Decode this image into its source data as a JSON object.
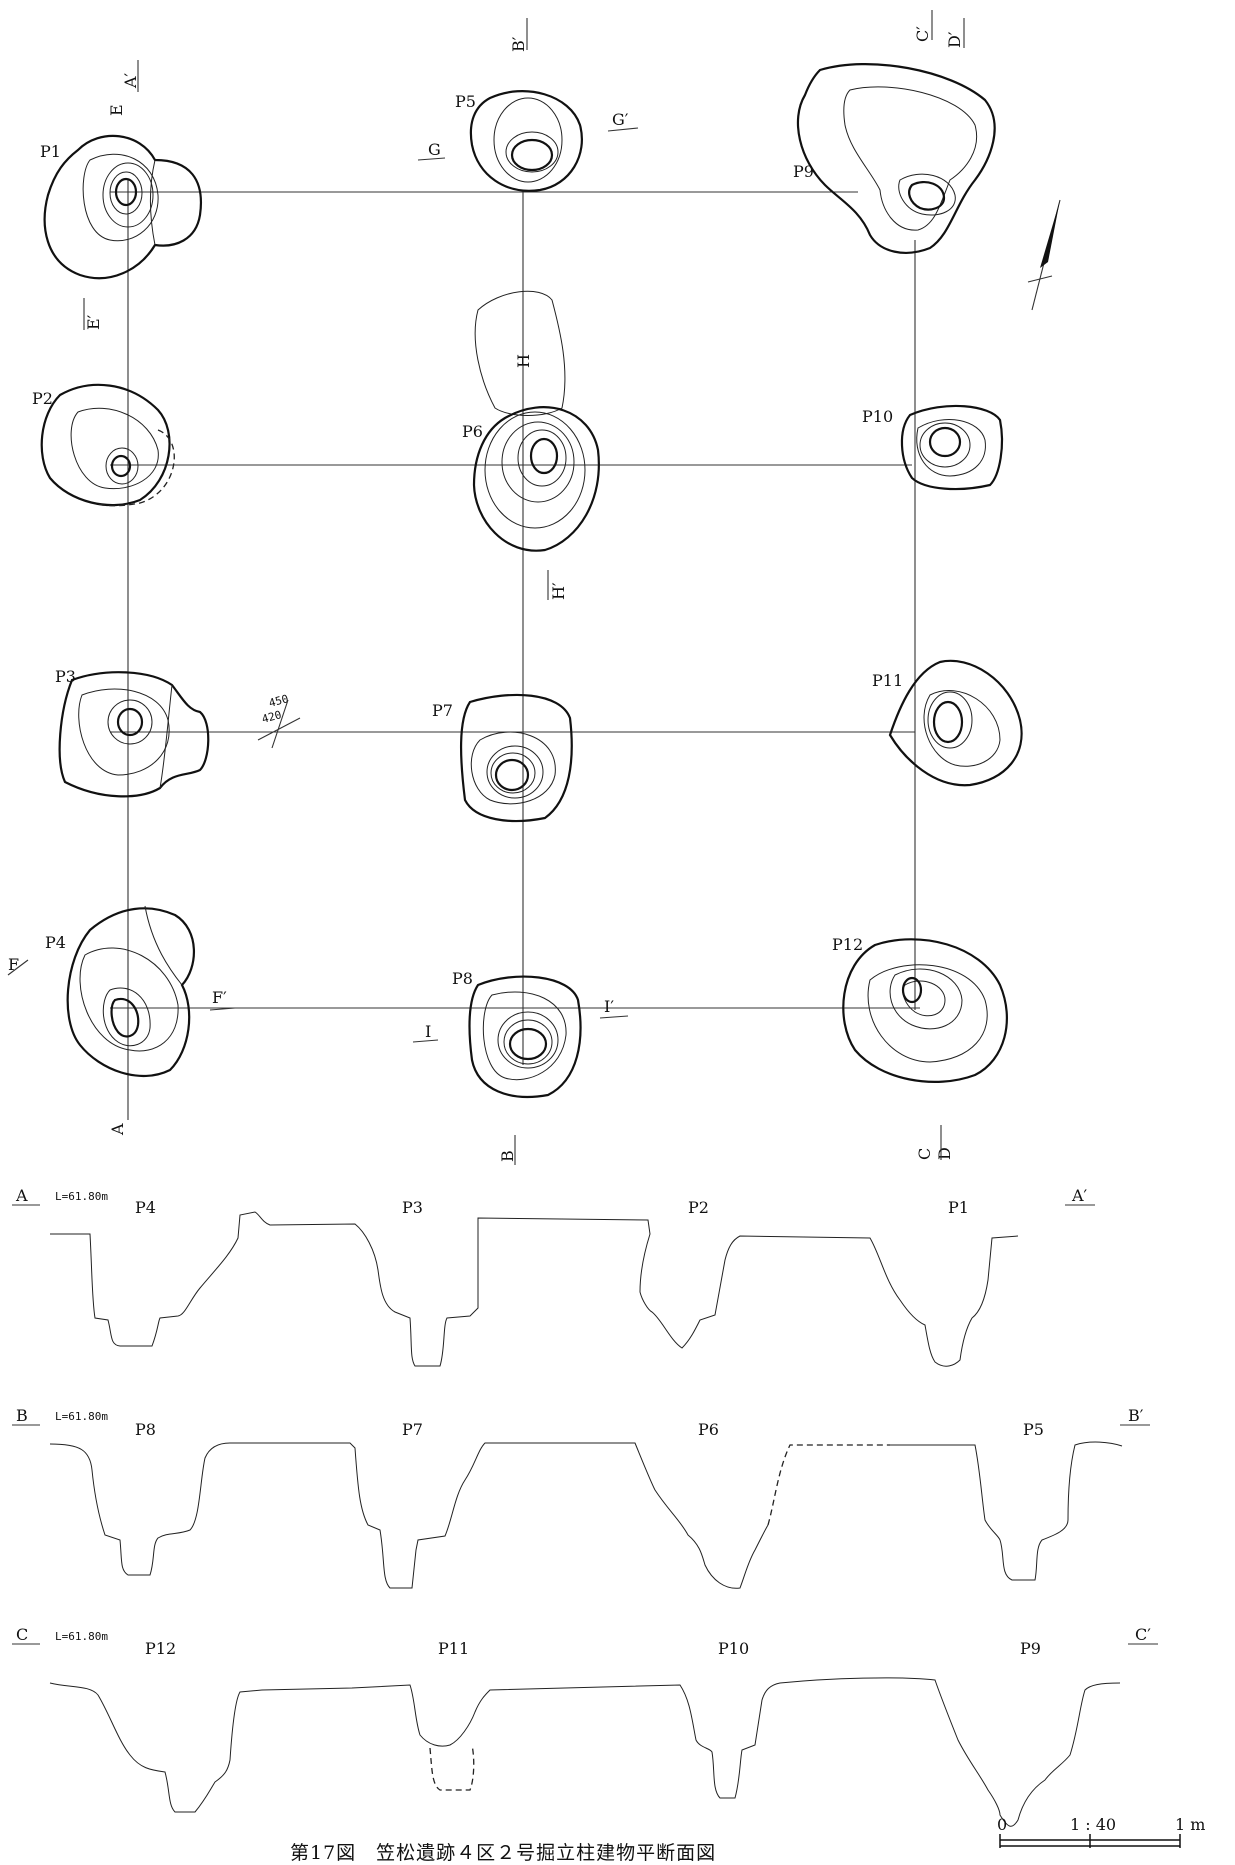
{
  "caption": "第17図　笠松遺跡４区２号掘立柱建物平断面図",
  "pits": [
    "P1",
    "P2",
    "P3",
    "P4",
    "P5",
    "P6",
    "P7",
    "P8",
    "P9",
    "P10",
    "P11",
    "P12"
  ],
  "section_markers": {
    "A": "A",
    "A_prime": "A′",
    "B": "B",
    "B_prime": "B′",
    "C": "C",
    "C_prime": "C′",
    "D": "D",
    "D_prime": "D′",
    "E": "E",
    "E_prime": "E′",
    "F": "F",
    "F_prime": "F′",
    "G": "G",
    "G_prime": "G′",
    "H": "H",
    "H_prime": "H′",
    "I": "I",
    "I_prime": "I′"
  },
  "elevation_note": {
    "upper": "450",
    "lower": "420"
  },
  "sections": [
    {
      "start": "A",
      "end": "A′",
      "level": "L=61.80m",
      "pits": [
        "P4",
        "P3",
        "P2",
        "P1"
      ]
    },
    {
      "start": "B",
      "end": "B′",
      "level": "L=61.80m",
      "pits": [
        "P8",
        "P7",
        "P6",
        "P5"
      ]
    },
    {
      "start": "C",
      "end": "C′",
      "level": "L=61.80m",
      "pits": [
        "P12",
        "P11",
        "P10",
        "P9"
      ]
    }
  ],
  "scale_bar": {
    "zero": "0",
    "ratio": "1 : 40",
    "length": "1 m"
  }
}
